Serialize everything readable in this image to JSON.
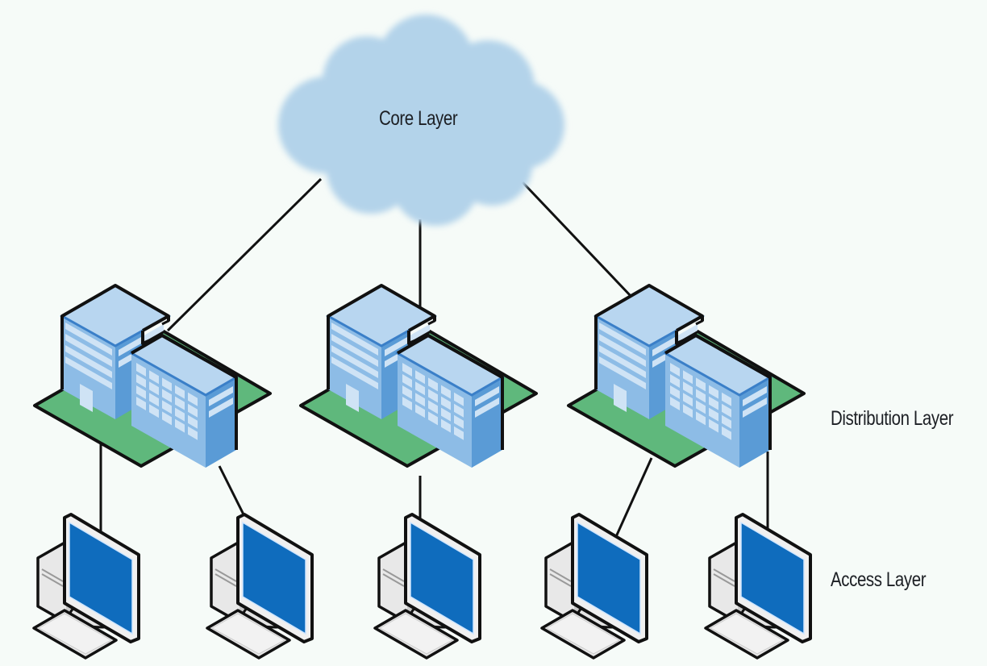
{
  "title": "Hierarchical Network Design",
  "layers": {
    "core": {
      "label": "Core Layer"
    },
    "distribution": {
      "label": "Distribution Layer"
    },
    "access": {
      "label": "Access Layer"
    }
  },
  "nodes": {
    "core": {
      "id": "core-cloud",
      "type": "cloud",
      "layer": "core"
    },
    "distribution": [
      {
        "id": "distribution-building-1",
        "type": "building",
        "layer": "distribution"
      },
      {
        "id": "distribution-building-2",
        "type": "building",
        "layer": "distribution"
      },
      {
        "id": "distribution-building-3",
        "type": "building",
        "layer": "distribution"
      }
    ],
    "access": [
      {
        "id": "access-computer-1",
        "type": "computer",
        "layer": "access"
      },
      {
        "id": "access-computer-2",
        "type": "computer",
        "layer": "access"
      },
      {
        "id": "access-computer-3",
        "type": "computer",
        "layer": "access"
      },
      {
        "id": "access-computer-4",
        "type": "computer",
        "layer": "access"
      },
      {
        "id": "access-computer-5",
        "type": "computer",
        "layer": "access"
      }
    ]
  },
  "links": [
    {
      "from": "core-cloud",
      "to": "distribution-building-1"
    },
    {
      "from": "core-cloud",
      "to": "distribution-building-2"
    },
    {
      "from": "core-cloud",
      "to": "distribution-building-3"
    },
    {
      "from": "distribution-building-1",
      "to": "access-computer-1"
    },
    {
      "from": "distribution-building-1",
      "to": "access-computer-2"
    },
    {
      "from": "distribution-building-2",
      "to": "access-computer-3"
    },
    {
      "from": "distribution-building-3",
      "to": "access-computer-4"
    },
    {
      "from": "distribution-building-3",
      "to": "access-computer-5"
    }
  ],
  "colors": {
    "background": "#f6fbf8",
    "cloud": "#b3d3ea",
    "building_light": "#b8d6f0",
    "building_mid": "#8dbce6",
    "building_dark": "#5a9bd6",
    "building_edge": "#3a7fc8",
    "platform": "#5fb87c",
    "screen": "#0f6cbd",
    "computer_body": "#e4e4e4",
    "outline": "#111111"
  }
}
